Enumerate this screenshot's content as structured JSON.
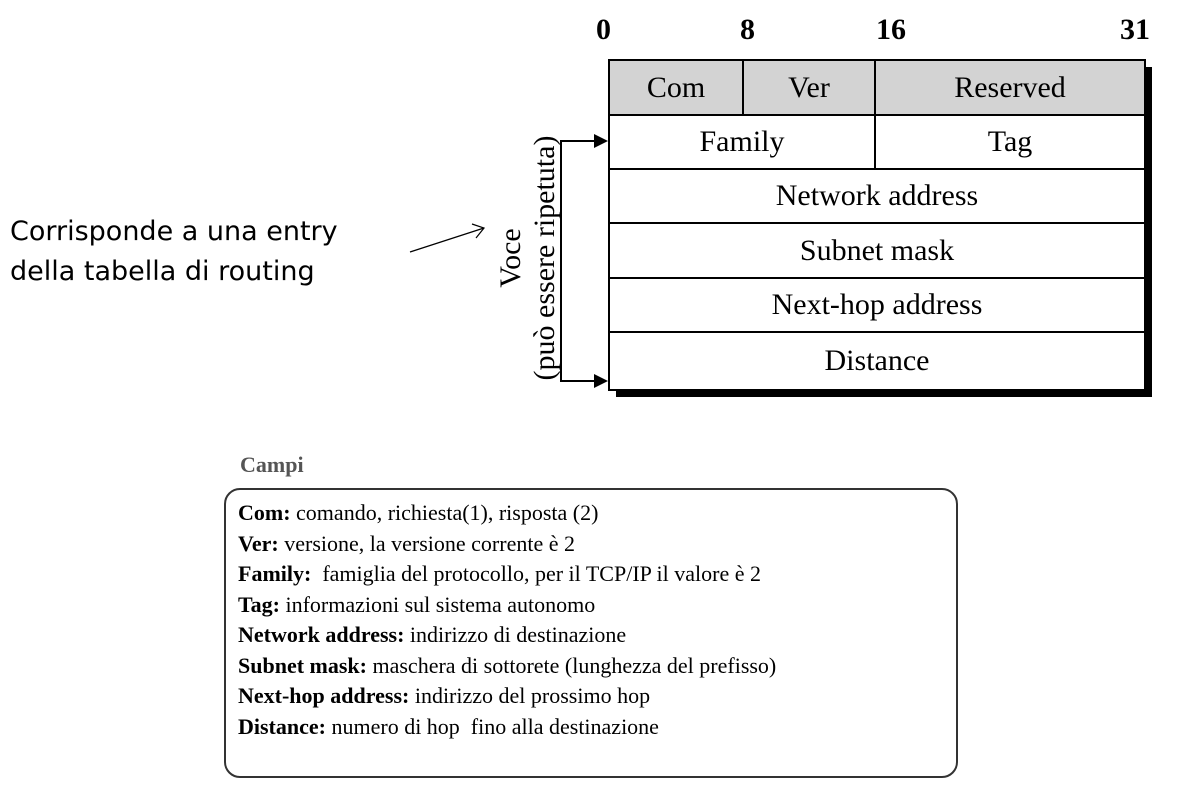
{
  "bit_labels": {
    "b0": "0",
    "b8": "8",
    "b16": "16",
    "b31": "31"
  },
  "packet": {
    "row1": {
      "com": "Com",
      "ver": "Ver",
      "reserved": "Reserved"
    },
    "row2": {
      "family": "Family",
      "tag": "Tag"
    },
    "row3": "Network address",
    "row4": "Subnet mask",
    "row5": "Next-hop address",
    "row6": "Distance"
  },
  "bracket_label": {
    "line1": "Voce",
    "line2": "(può essere ripetuta)"
  },
  "annotation": {
    "line1": "Corrisponde a una entry",
    "line2": "della tabella di routing"
  },
  "legend": {
    "title": "Campi",
    "items": [
      {
        "term": "Com:",
        "desc": " comando, richiesta(1), risposta (2)"
      },
      {
        "term": "Ver:",
        "desc": " versione, la versione corrente è 2"
      },
      {
        "term": "Family:",
        "desc": "  famiglia del protocollo, per il TCP/IP il valore è 2"
      },
      {
        "term": "Tag:",
        "desc": " informazioni sul sistema autonomo"
      },
      {
        "term": "Network address:",
        "desc": " indirizzo di destinazione"
      },
      {
        "term": "Subnet mask:",
        "desc": " maschera di sottorete (lunghezza del prefisso)"
      },
      {
        "term": "Next-hop address:",
        "desc": " indirizzo del prossimo hop"
      },
      {
        "term": "Distance:",
        "desc": " numero di hop  fino alla destinazione"
      }
    ]
  },
  "colors": {
    "header_fill": "#d3d3d3",
    "stroke": "#000000"
  }
}
